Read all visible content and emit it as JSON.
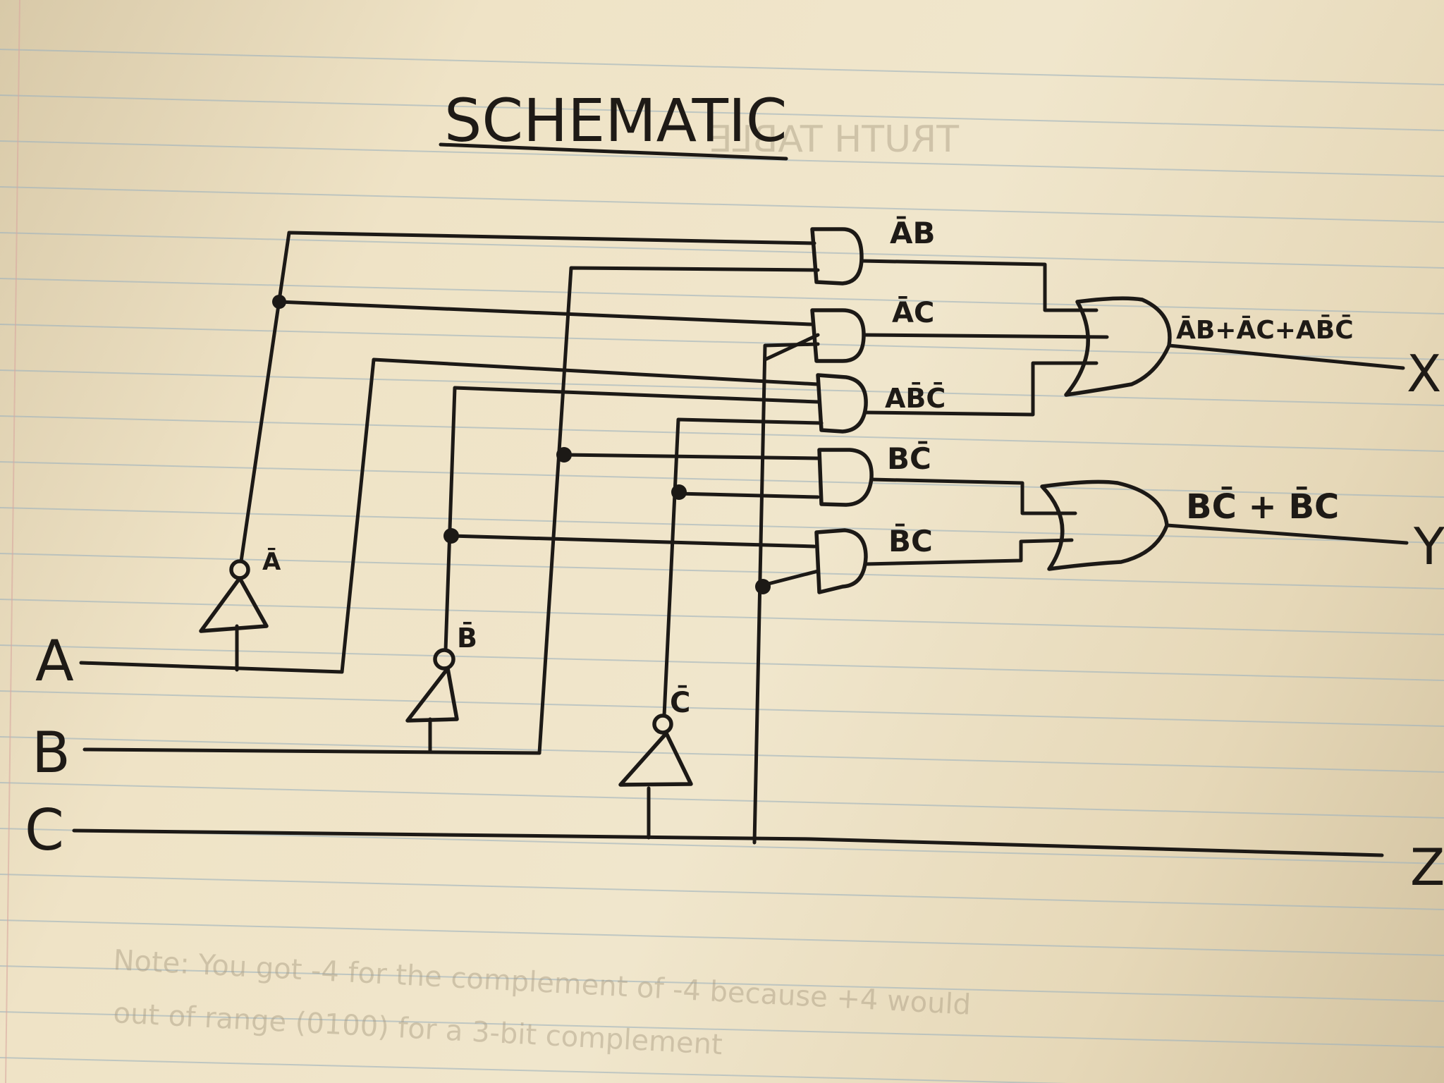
{
  "title": "SCHEMATIC",
  "inputs": [
    "A",
    "B",
    "C"
  ],
  "outputs": [
    "X",
    "Y",
    "Z"
  ],
  "inverter_labels": [
    "Ā",
    "B̄",
    "C̄"
  ],
  "and_gate_labels": [
    "ĀB",
    "ĀC",
    "AB̄C̄",
    "BC̄",
    "B̄C"
  ],
  "or_gate_labels": {
    "x_expression": "ĀB+ĀC+AB̄C̄",
    "y_expression": "BC̄ + B̄C"
  },
  "bleed_through": {
    "heading": "TRUTH TABLE",
    "note_line1": "Note: You got -4 for the complement of -4 because +4 would",
    "note_line2": "out of range (0100) for a 3-bit complement"
  }
}
